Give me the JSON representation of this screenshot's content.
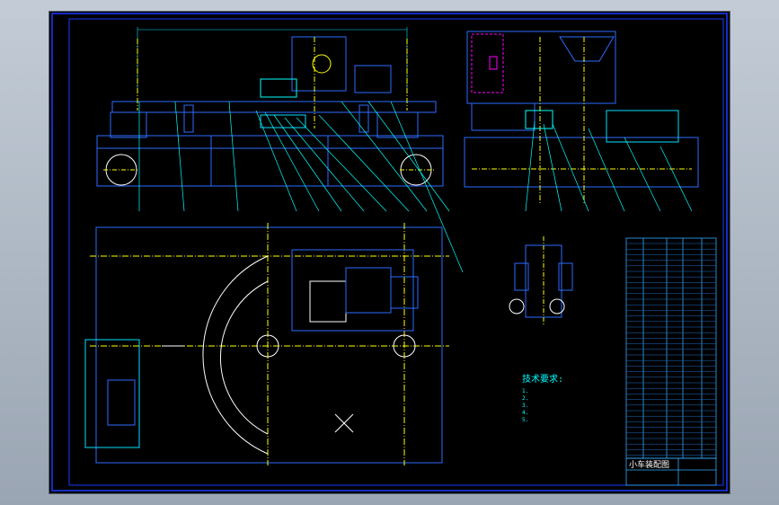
{
  "drawing": {
    "title_block": {
      "drawing_title": "小车装配图"
    },
    "technical_requirements": {
      "heading": "技术要求:",
      "items": [
        "1.",
        "2.",
        "3.",
        "4.",
        "5."
      ]
    },
    "colors": {
      "background": "#000000",
      "border": "#0000ff",
      "outline": "#2d6bff",
      "centerline": "#ffff00",
      "hatch": "#ffffff",
      "dimension": "#00e0ff",
      "leader": "#00ffff",
      "highlight": "#ff00ff",
      "table": "#33aaff"
    }
  }
}
